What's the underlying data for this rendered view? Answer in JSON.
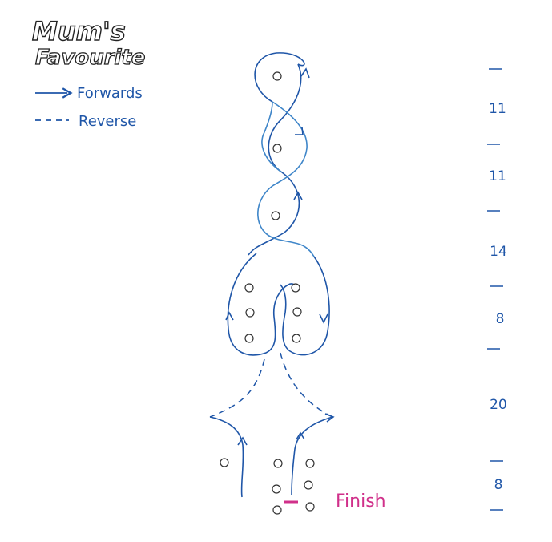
{
  "title": {
    "line1": "Mum's",
    "line2": "Favourite"
  },
  "legend": {
    "forwards_label": "Forwards",
    "reverse_label": "Reverse"
  },
  "finish_label": "Finish",
  "scale": {
    "values": [
      "11",
      "11",
      "14",
      "8",
      "20",
      "8"
    ]
  },
  "colors": {
    "ink_dark": "#1f56a8",
    "ink_light": "#3f86c9",
    "finish": "#d0308a",
    "title_outline": "#222222"
  }
}
